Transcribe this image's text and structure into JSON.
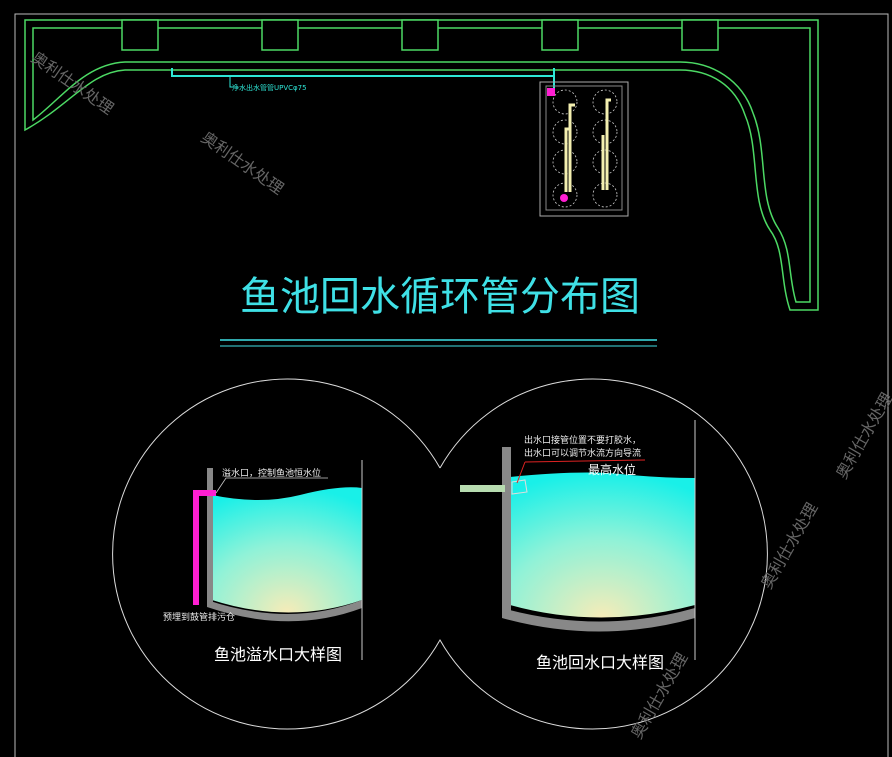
{
  "title": "鱼池回水循环管分布图",
  "plan": {
    "pipe_label": "净水出水管管UPVCφ75"
  },
  "detail_left": {
    "caption": "鱼池溢水口大样图",
    "note_overflow": "溢水口，控制鱼池恒水位",
    "note_drain": "预埋到鼓管排污仓"
  },
  "detail_right": {
    "caption": "鱼池回水口大样图",
    "note_line1": "出水口接管位置不要打胶水，",
    "note_line2": "出水口可以调节水流方向导流",
    "max_level": "最高水位"
  },
  "watermark": "奥利仕水处理",
  "colors": {
    "pond_outline": "#4cd964",
    "pipe": "#2ee6d6",
    "title": "#3fe0e6",
    "drain_pipe": "#ff1fd2",
    "water_top": "#19f0e8",
    "water_bottom": "#f6ecb8"
  }
}
